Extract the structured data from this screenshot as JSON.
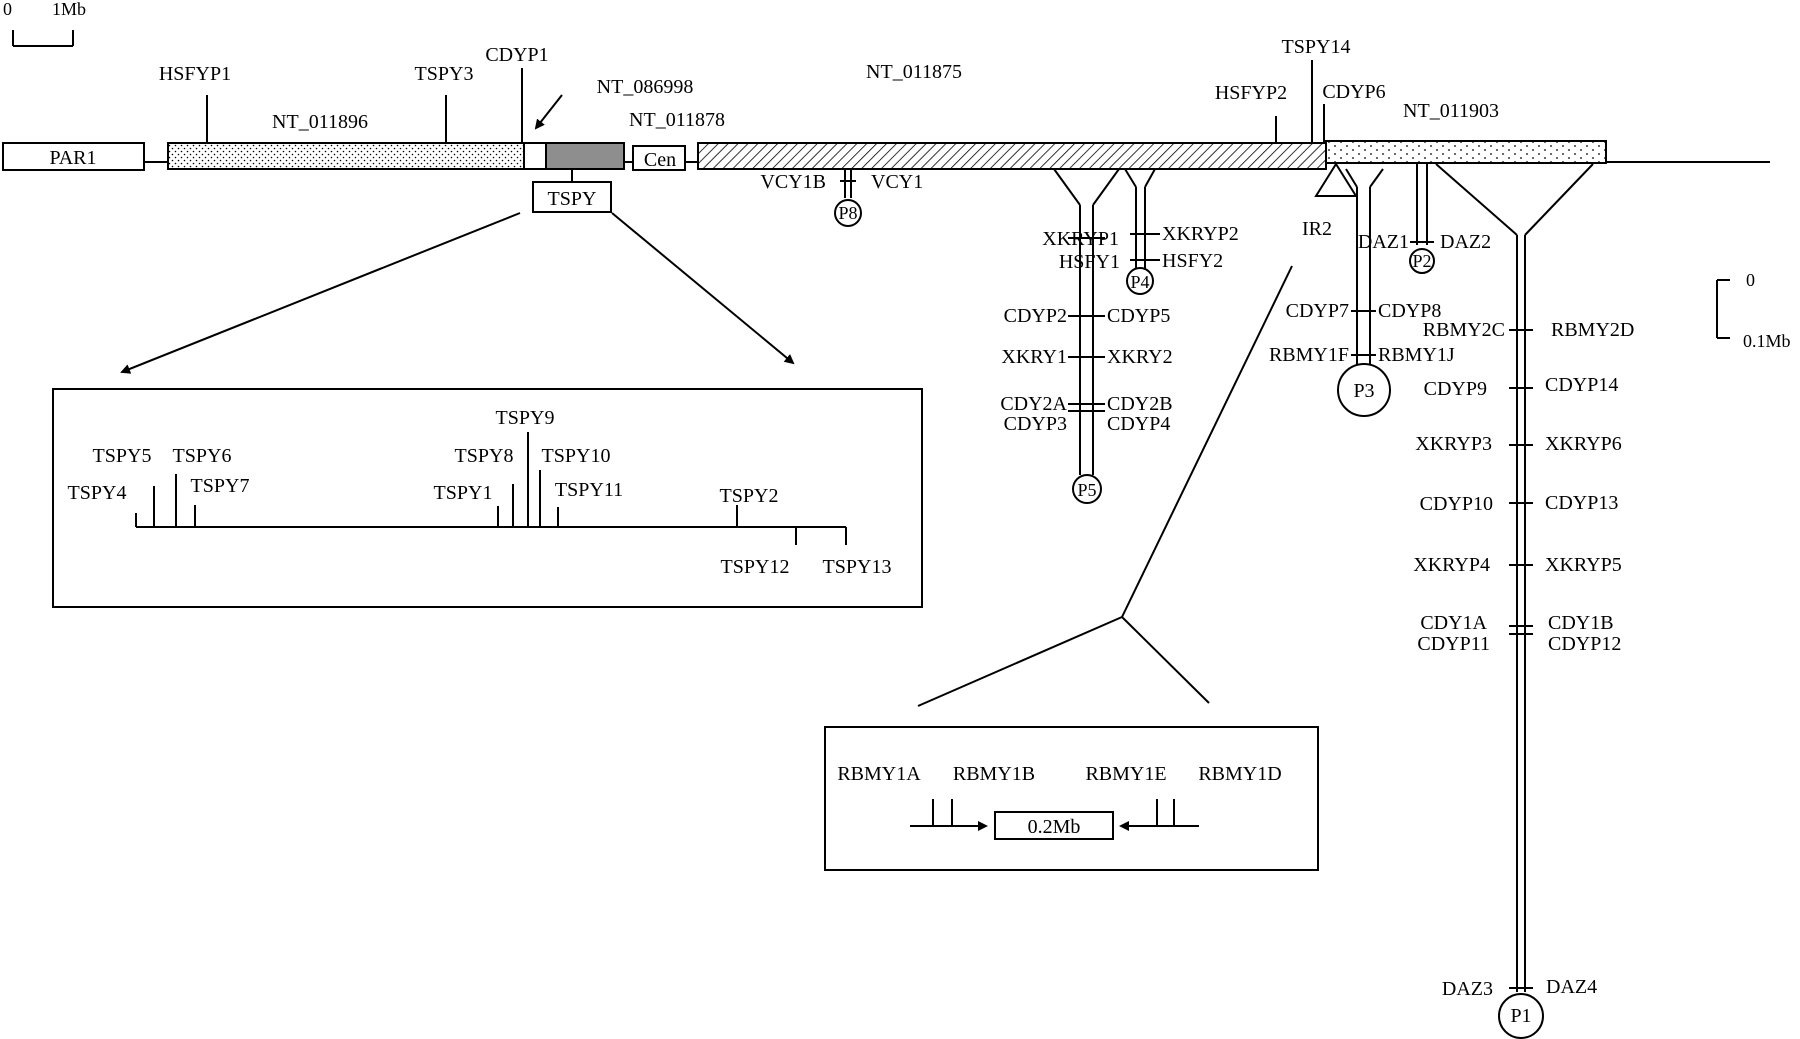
{
  "scale_top": {
    "zero": "0",
    "unit": "1Mb"
  },
  "scale_right": {
    "zero": "0",
    "unit": "0.1Mb"
  },
  "regions": {
    "par1": "PAR1",
    "nt_011896": "NT_011896",
    "nt_086998": "NT_086998",
    "nt_011878": "NT_011878",
    "cen": "Cen",
    "nt_011875": "NT_011875",
    "nt_011903": "NT_011903"
  },
  "top_genes": {
    "hsfyp1": "HSFYP1",
    "tspy3": "TSPY3",
    "cdyp1": "CDYP1",
    "hsfyp2": "HSFYP2",
    "tspy14": "TSPY14",
    "cdyp6": "CDYP6"
  },
  "tspy_box": "TSPY",
  "tspy_inset": {
    "tspy5": "TSPY5",
    "tspy6": "TSPY6",
    "tspy4": "TSPY4",
    "tspy7": "TSPY7",
    "tspy9": "TSPY9",
    "tspy8": "TSPY8",
    "tspy10": "TSPY10",
    "tspy1": "TSPY1",
    "tspy11": "TSPY11",
    "tspy2": "TSPY2",
    "tspy12": "TSPY12",
    "tspy13": "TSPY13"
  },
  "palindromes": {
    "p8": {
      "name": "P8",
      "left": "VCY1B",
      "right": "VCY1"
    },
    "p5": {
      "name": "P5",
      "genes": [
        {
          "left": "XKRYP1",
          "right": ""
        },
        {
          "left": "HSFY1",
          "right": ""
        },
        {
          "left": "CDYP2",
          "right": "CDYP5"
        },
        {
          "left": "XKRY1",
          "right": "XKRY2"
        },
        {
          "left": "CDY2A",
          "right": "CDY2B"
        },
        {
          "left": "CDYP3",
          "right": "CDYP4"
        }
      ]
    },
    "p4": {
      "name": "P4",
      "right1": "XKRYP2",
      "right2": "HSFY2"
    },
    "ir2": "IR2",
    "p3": {
      "name": "P3",
      "genes": [
        {
          "left": "CDYP7",
          "right": "CDYP8"
        },
        {
          "left": "RBMY1F",
          "right": "RBMY1J"
        }
      ]
    },
    "p2": {
      "name": "P2",
      "left": "DAZ1",
      "right": "DAZ2"
    },
    "p1": {
      "name": "P1",
      "genes": [
        {
          "left": "RBMY2C",
          "right": "RBMY2D"
        },
        {
          "left": "CDYP9",
          "right": "CDYP14"
        },
        {
          "left": "XKRYP3",
          "right": "XKRYP6"
        },
        {
          "left": "CDYP10",
          "right": "CDYP13"
        },
        {
          "left": "XKRYP4",
          "right": "XKRYP5"
        },
        {
          "left": "CDY1A",
          "right": "CDY1B"
        },
        {
          "left": "CDYP11",
          "right": "CDYP12"
        },
        {
          "left": "DAZ3",
          "right": "DAZ4"
        }
      ]
    }
  },
  "rbmy_inset": {
    "rbmy1a": "RBMY1A",
    "rbmy1b": "RBMY1B",
    "rbmy1e": "RBMY1E",
    "rbmy1d": "RBMY1D",
    "spacer": "0.2Mb"
  }
}
